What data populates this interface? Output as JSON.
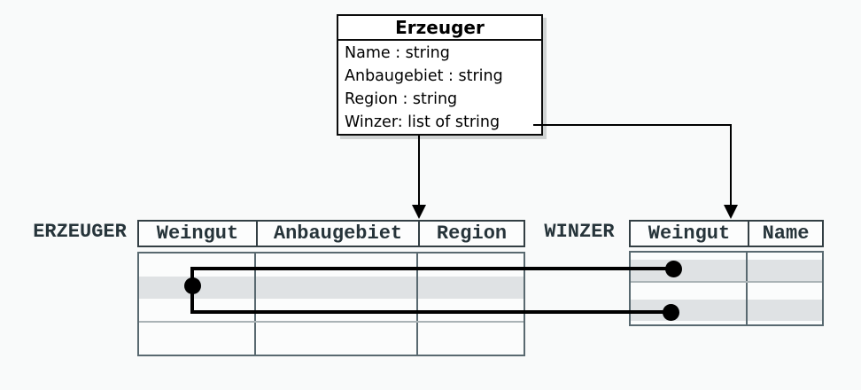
{
  "class_box": {
    "title": "Erzeuger",
    "attributes": [
      "Name : string",
      "Anbaugebiet : string",
      "Region : string",
      "Winzer: list of string"
    ]
  },
  "tables": [
    {
      "id": "erzeuger",
      "label": "ERZEUGER",
      "columns": [
        "Weingut",
        "Anbaugebiet",
        "Region"
      ]
    },
    {
      "id": "winzer",
      "label": "WINZER",
      "columns": [
        "Weingut",
        "Name"
      ]
    }
  ],
  "colors": {
    "background": "#f9fafa",
    "class_border": "#0c0c0c",
    "table_header_border": "#333f44",
    "table_body_border": "#596970",
    "table_text": "#26343a",
    "row_highlight": "#dfe2e4",
    "connector": "#000000"
  }
}
